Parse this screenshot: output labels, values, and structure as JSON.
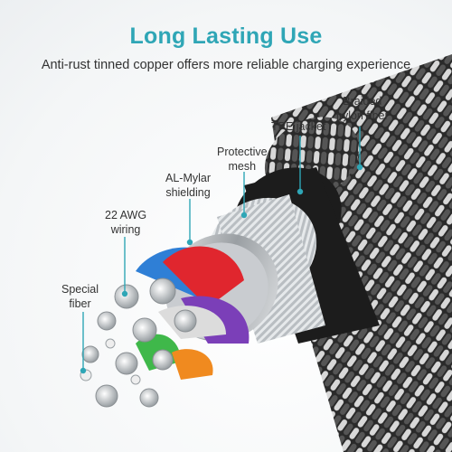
{
  "title": "Long Lasting Use",
  "subtitle": "Anti-rust tinned copper offers more reliable charging experience",
  "labels": {
    "braided_line1": "Braided",
    "braided_line2": "nylon fiber",
    "tpe": "TPE jacket",
    "mesh_line1": "Protective",
    "mesh_line2": "mesh",
    "mylar_line1": "AL-Mylar",
    "mylar_line2": "shielding",
    "awg_line1": "22 AWG",
    "awg_line2": "wiring",
    "fiber_line1": "Special",
    "fiber_line2": "fiber"
  },
  "colors": {
    "title": "#2fa6b6",
    "leader_line": "#2fa6b6",
    "wire_blue": "#2f7fd6",
    "wire_red": "#e0262e",
    "wire_purple": "#7b3fb8",
    "wire_green": "#3fb84a",
    "wire_orange": "#f08a1f",
    "jacket": "#1c1c1c"
  },
  "icons": [
    "cable-cross-section-illustration"
  ]
}
